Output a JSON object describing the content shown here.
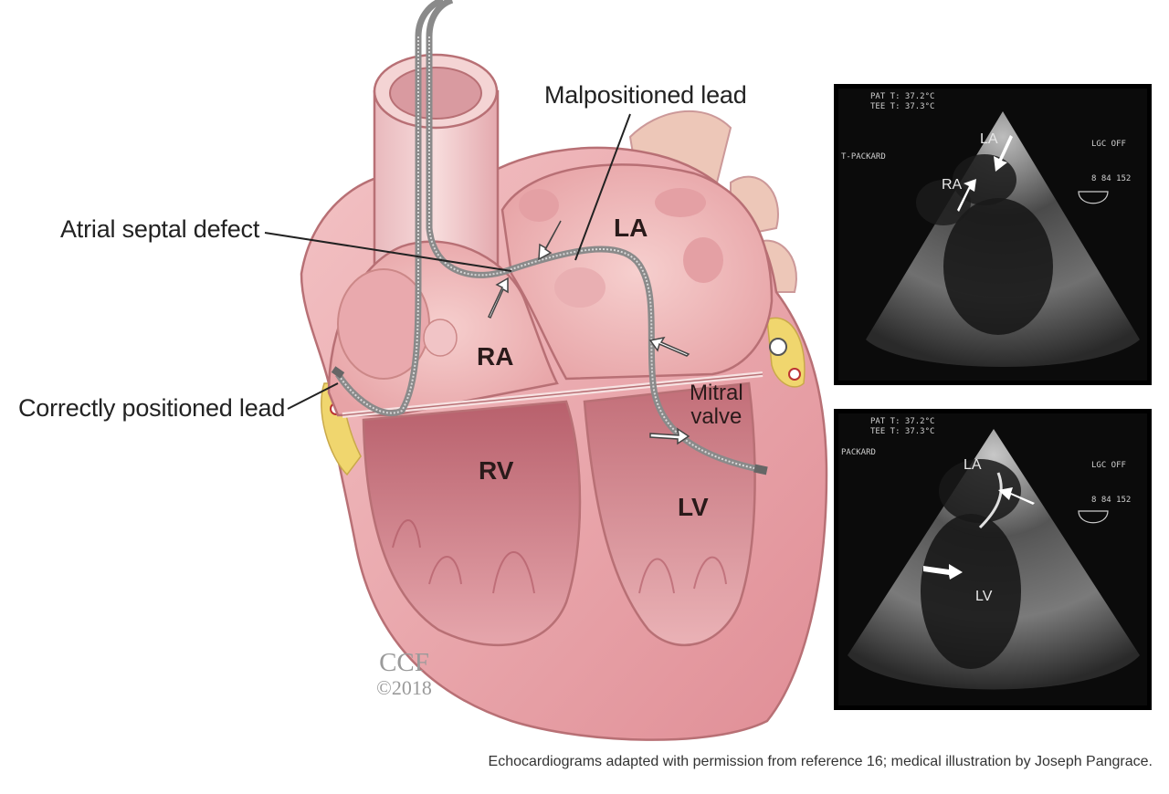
{
  "labels": {
    "malpositioned_lead": "Malpositioned lead",
    "atrial_septal_defect": "Atrial septal defect",
    "correctly_positioned_lead": "Correctly positioned lead",
    "mitral_valve_line1": "Mitral",
    "mitral_valve_line2": "valve"
  },
  "chambers": {
    "la": "LA",
    "ra": "RA",
    "rv": "RV",
    "lv": "LV"
  },
  "credit": {
    "ccf": "CCF",
    "year": "©2018"
  },
  "echo_top": {
    "la": "LA",
    "ra": "RA",
    "header1": "PAT T: 37.2°C",
    "header2": "TEE T: 37.3°C",
    "packard": "T-PACKARD",
    "lgc": "LGC OFF",
    "depth": "8 84 152"
  },
  "echo_bottom": {
    "la": "LA",
    "lv": "LV",
    "header1": "PAT T: 37.2°C",
    "header2": "TEE T: 37.3°C",
    "packard": "PACKARD",
    "lgc": "LGC OFF",
    "depth": "8 84 152"
  },
  "caption": "Echocardiograms adapted with permission from reference 16; medical illustration by Joseph Pangrace.",
  "colors": {
    "heart_outer": "#e8a0a4",
    "heart_inner": "#f2c4c4",
    "chamber_dark": "#c9727b",
    "lead": "#8e8e8e",
    "fat": "#f0d66e",
    "echo_bg": "#0b0b0b"
  }
}
